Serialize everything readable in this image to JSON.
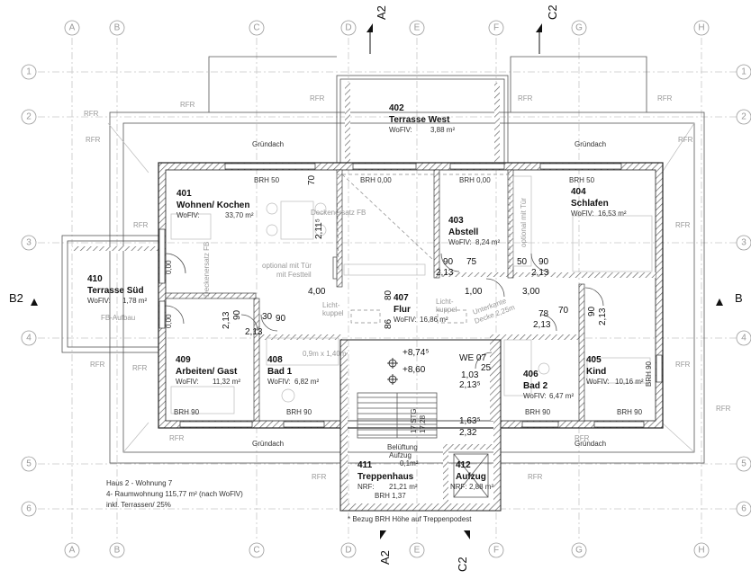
{
  "grid": {
    "columns": [
      "A",
      "B",
      "C",
      "D",
      "E",
      "F",
      "G",
      "H"
    ],
    "rows": [
      "1",
      "2",
      "3",
      "4",
      "5",
      "6"
    ]
  },
  "sections": {
    "a2_top": "A2",
    "c2_top": "C2",
    "b2_left": "B2",
    "b2_right": "B",
    "a2_bottom": "A2",
    "c2_bottom": "C2"
  },
  "rooms": [
    {
      "no": "401",
      "name": "Wohnen/ Kochen",
      "area_label": "WoFlV:",
      "area": "33,70 m²"
    },
    {
      "no": "402",
      "name": "Terrasse West",
      "area_label": "WoFlV:",
      "area": "3,88 m²"
    },
    {
      "no": "403",
      "name": "Abstell",
      "area_label": "WoFlV:",
      "area": "8,24 m²"
    },
    {
      "no": "404",
      "name": "Schlafen",
      "area_label": "WoFlV:",
      "area": "16,53 m²"
    },
    {
      "no": "405",
      "name": "Kind",
      "area_label": "WoFlV:",
      "area": "10,16 m²"
    },
    {
      "no": "406",
      "name": "Bad 2",
      "area_label": "WoFlV:",
      "area": "6,47 m²"
    },
    {
      "no": "407",
      "name": "Flur",
      "area_label": "WoFlV:",
      "area": "16,86 m²"
    },
    {
      "no": "408",
      "name": "Bad 1",
      "area_label": "WoFlV:",
      "area": "6,82 m²"
    },
    {
      "no": "409",
      "name": "Arbeiten/ Gast",
      "area_label": "WoFlV:",
      "area": "11,32 m²"
    },
    {
      "no": "410",
      "name": "Terrasse Süd",
      "area_label": "WoFlV:",
      "area": "1,78 m²"
    },
    {
      "no": "411",
      "name": "Treppenhaus",
      "area_label": "NRF:",
      "area": "21,21 m²"
    },
    {
      "no": "412",
      "name": "Aufzug",
      "area_label": "NRF:",
      "area": "2,88 m²"
    }
  ],
  "labels": {
    "rfr": "RFR",
    "gruendach": "Gründach",
    "brh50": "BRH 50",
    "brh000": "BRH 0,00",
    "brh90": "BRH 90",
    "brh137": "BRH 1,37",
    "deckenersatz": "Deckenersatz FB",
    "deckenersatz_vert": "Deckenersatz FB",
    "optional_fest": "optional mit Tür",
    "optional_fest2": "mit Festteil",
    "optional_vert": "optional mit Tür",
    "lichtkuppel": "Licht-",
    "lichtkuppel2": "kuppel",
    "unterkante": "Unterkante",
    "unterkante2": "Decke 2,25m",
    "fb_aufbau": "FB-Aufbau",
    "we": "WE 07",
    "belueftung": "Belüftung",
    "belueftung2": "Aufzug",
    "belueftung3": "0,1m²",
    "stg": "17 STG",
    "stg2": "17,28",
    "dusche": "0,9m x 1,40m",
    "footnote": "* Bezug BRH Höhe auf Treppenpodest"
  },
  "dimensions": {
    "d70": "70",
    "d2115": "2,11⁵",
    "d90a": "90",
    "d213a": "2,13",
    "d75": "75",
    "d50a": "50",
    "d90b": "90",
    "d213b": "2,13",
    "d400": "4,00",
    "d80": "80",
    "d100": "1,00",
    "d300": "3,00",
    "d70b": "70",
    "d30": "30",
    "d90c": "90",
    "d213c": "2,13",
    "d86": "86",
    "d78": "78",
    "d213d": "2,13",
    "d90d": "90",
    "d213e": "2,13",
    "d1035": "1,03",
    "d25": "25",
    "d2135": "2,13⁵",
    "d1635": "1,63⁵",
    "d232": "2,32",
    "d8745": "+8,74⁵",
    "d860": "+8,60",
    "d213v": "2,13",
    "d90v": "90",
    "d90w": "90",
    "d213w": "2,13",
    "d000v": "0,00",
    "d000w": "0,00"
  },
  "info": {
    "line1": "Haus 2 - Wohnung 7",
    "line2": "4- Raumwohnung 115,77 m² (nach WoFlV)",
    "line3": "inkl. Terrassen/ 25%"
  }
}
